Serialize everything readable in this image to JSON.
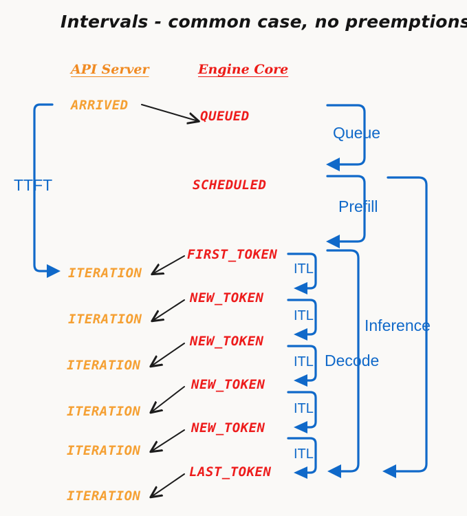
{
  "diagram": {
    "title": "Intervals - common case, no preemptions",
    "background_color": "#faf9f7",
    "colors": {
      "api_server": "#f5a033",
      "engine_core": "#ed1c1c",
      "interval_blue": "#1069c9",
      "arrow_black": "#1c1c1c"
    }
  },
  "columns": [
    {
      "id": "api-server",
      "label": "API Server",
      "color": "#f08a22"
    },
    {
      "id": "engine-core",
      "label": "Engine Core",
      "color": "#ec1c18"
    }
  ],
  "api_states": [
    {
      "label": "ARRIVED"
    },
    {
      "label": "ITERATION"
    },
    {
      "label": "ITERATION"
    },
    {
      "label": "ITERATION"
    },
    {
      "label": "ITERATION"
    },
    {
      "label": "ITERATION"
    },
    {
      "label": "ITERATION"
    }
  ],
  "core_states": [
    {
      "label": "QUEUED"
    },
    {
      "label": "SCHEDULED"
    },
    {
      "label": "FIRST_TOKEN"
    },
    {
      "label": "NEW_TOKEN"
    },
    {
      "label": "NEW_TOKEN"
    },
    {
      "label": "NEW_TOKEN"
    },
    {
      "label": "NEW_TOKEN"
    },
    {
      "label": "LAST_TOKEN"
    }
  ],
  "intervals": [
    {
      "id": "ttft",
      "label": "TTFT",
      "side": "left"
    },
    {
      "id": "queue",
      "label": "Queue",
      "side": "right"
    },
    {
      "id": "prefill",
      "label": "Prefill",
      "side": "right"
    },
    {
      "id": "decode",
      "label": "Decode",
      "side": "right"
    },
    {
      "id": "inference",
      "label": "Inference",
      "side": "right"
    }
  ],
  "itl_intervals": [
    {
      "label": "ITL"
    },
    {
      "label": "ITL"
    },
    {
      "label": "ITL"
    },
    {
      "label": "ITL"
    },
    {
      "label": "ITL"
    }
  ]
}
